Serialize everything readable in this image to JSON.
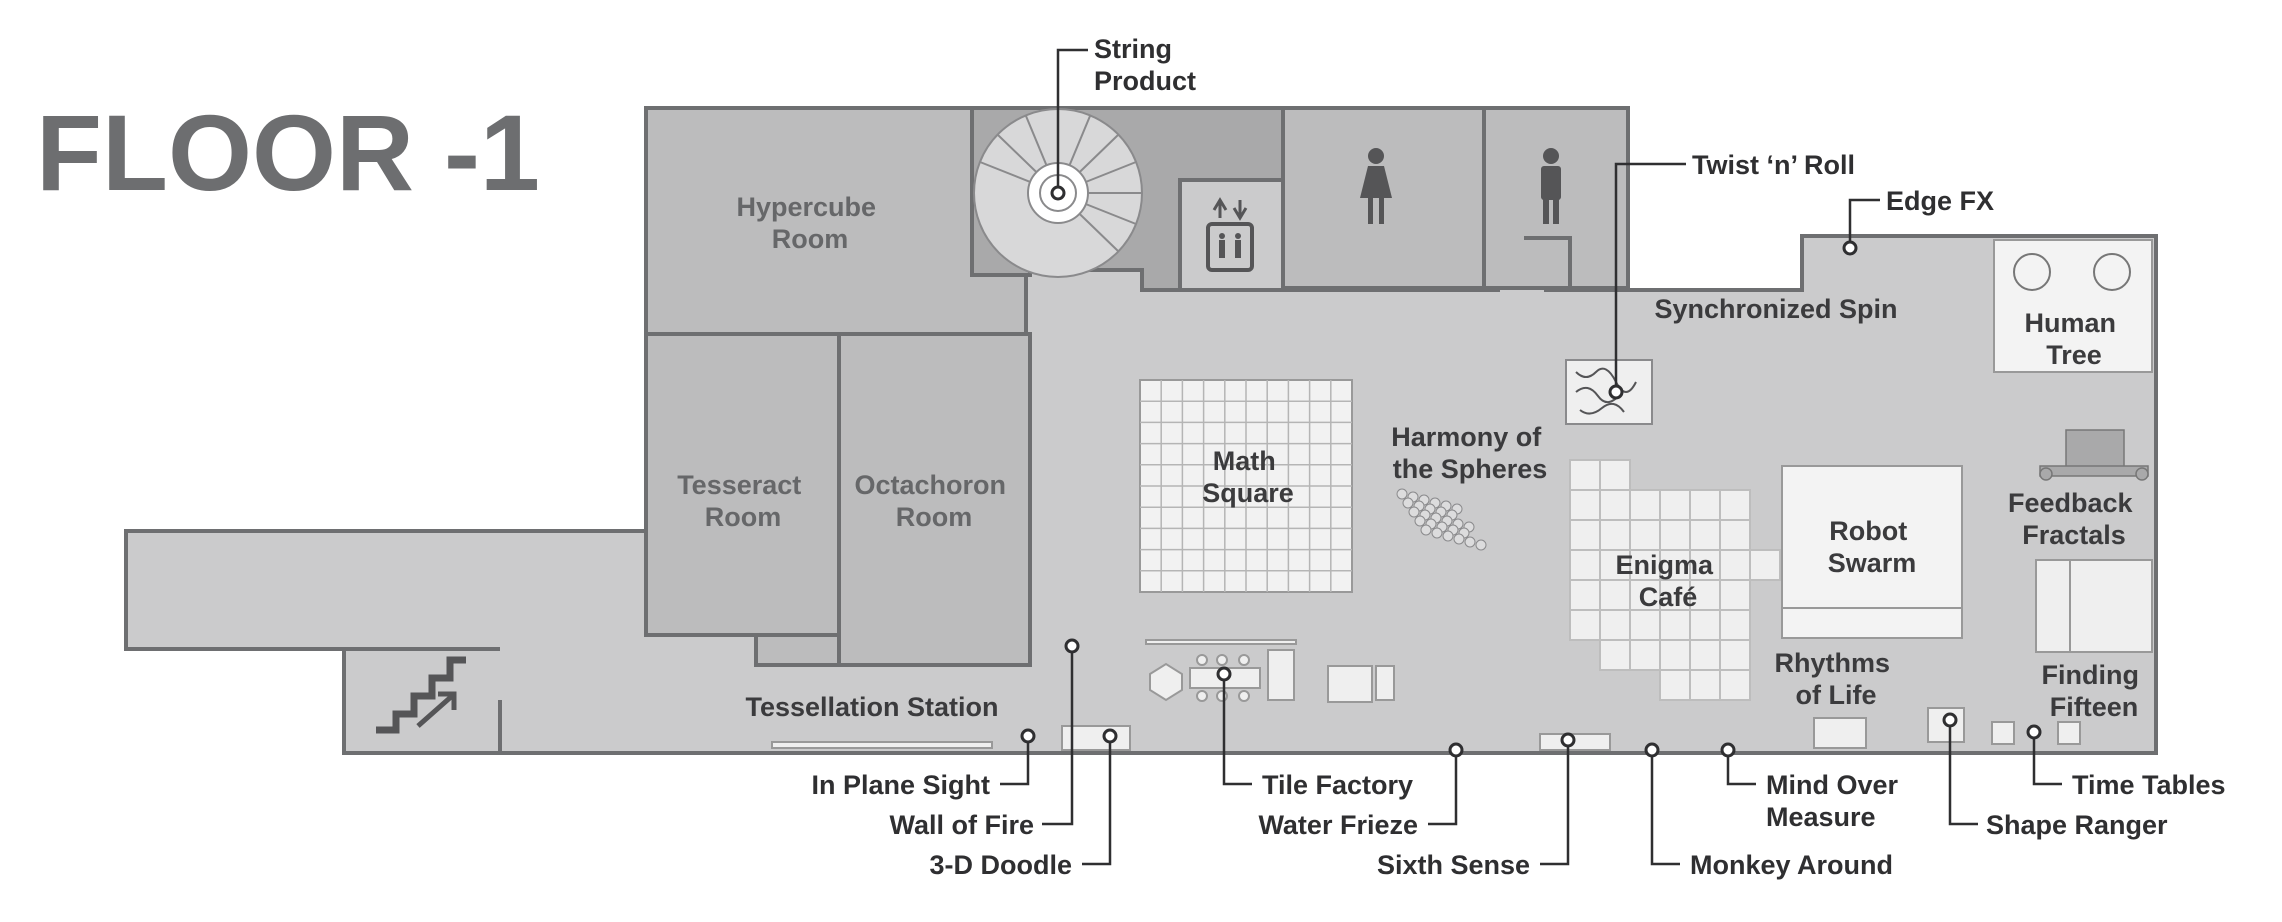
{
  "floor_title": "FLOOR -1",
  "colors": {
    "floor": "#cbcbcc",
    "room_dark": "#bcbcbd",
    "room_darker": "#a9a9aa",
    "wall": "#6e6f71",
    "title": "#6d6e70",
    "text": "#2f2f31"
  },
  "rooms": {
    "hypercube": [
      "Hypercube",
      "Room"
    ],
    "tesseract": [
      "Tesseract",
      "Room"
    ],
    "octachoron": [
      "Octachoron",
      "Room"
    ]
  },
  "exhibits": {
    "math_square": [
      "Math",
      "Square"
    ],
    "harmony": [
      "Harmony of",
      "the Spheres"
    ],
    "enigma": [
      "Enigma",
      "Café"
    ],
    "robot": [
      "Robot",
      "Swarm"
    ],
    "human_tree": [
      "Human",
      "Tree"
    ],
    "feedback": [
      "Feedback",
      "Fractals"
    ],
    "fifteen": [
      "Finding",
      "Fifteen"
    ],
    "rhythms": [
      "Rhythms",
      "of Life"
    ],
    "sync_spin": "Synchronized Spin",
    "tessellation": "Tessellation Station"
  },
  "callouts": {
    "string_product": [
      "String",
      "Product"
    ],
    "twist": "Twist ‘n’ Roll",
    "edge_fx": "Edge FX",
    "in_plane": "In Plane Sight",
    "wall_fire": "Wall of Fire",
    "doodle": "3-D Doodle",
    "tile_factory": "Tile Factory",
    "water_frieze": "Water Frieze",
    "sixth_sense": "Sixth Sense",
    "mind_over": [
      "Mind Over",
      "Measure"
    ],
    "monkey": "Monkey Around",
    "shape_ranger": "Shape Ranger",
    "time_tables": "Time Tables"
  },
  "icons": [
    "spiral-staircase-icon",
    "elevator-icon",
    "womens-restroom-icon",
    "mens-restroom-icon",
    "stairs-icon"
  ]
}
